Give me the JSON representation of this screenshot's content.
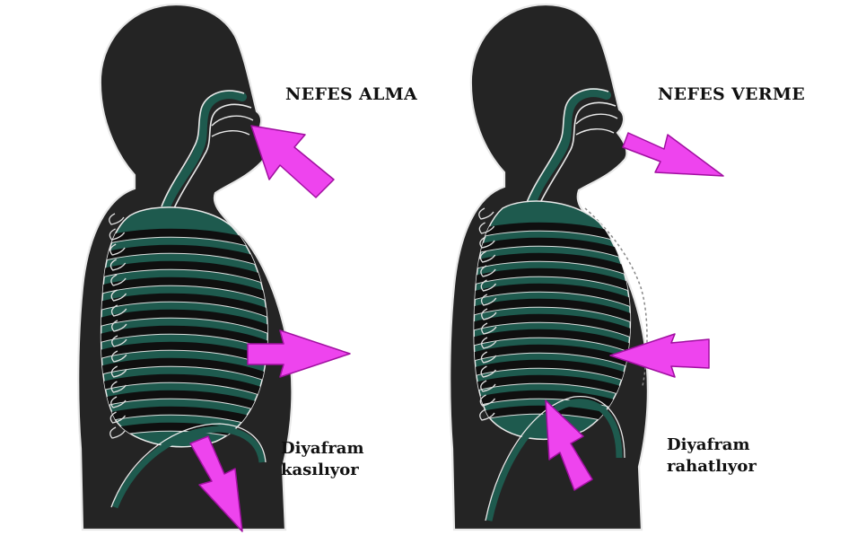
{
  "panels": {
    "inhale": {
      "title": "NEFES ALMA",
      "caption_line1": "Diyafram",
      "caption_line2": "kasılıyor"
    },
    "exhale": {
      "title": "NEFES VERME",
      "caption_line1": "Diyafram",
      "caption_line2": "rahatlıyor"
    }
  },
  "colors": {
    "body": "#242424",
    "lung": "#1e5a4e",
    "outline": "#e8e8e8",
    "arrow": "#ee44ee",
    "arrow_edge": "#a010a0"
  }
}
